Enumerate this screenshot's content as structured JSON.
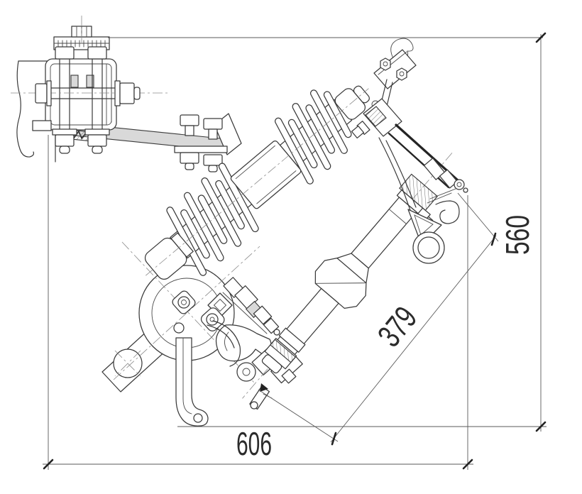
{
  "drawing": {
    "type": "technical-line-drawing",
    "subject": "drop-out-fuse-cutout-side-view",
    "dimension_labels": {
      "vertical": "560",
      "diagonal": "379",
      "horizontal": "606"
    },
    "colors": {
      "line": "#3a3a3a",
      "dimension_line": "#5a5a5a",
      "shade_fill": "#d9d9d9",
      "background": "#ffffff"
    }
  }
}
